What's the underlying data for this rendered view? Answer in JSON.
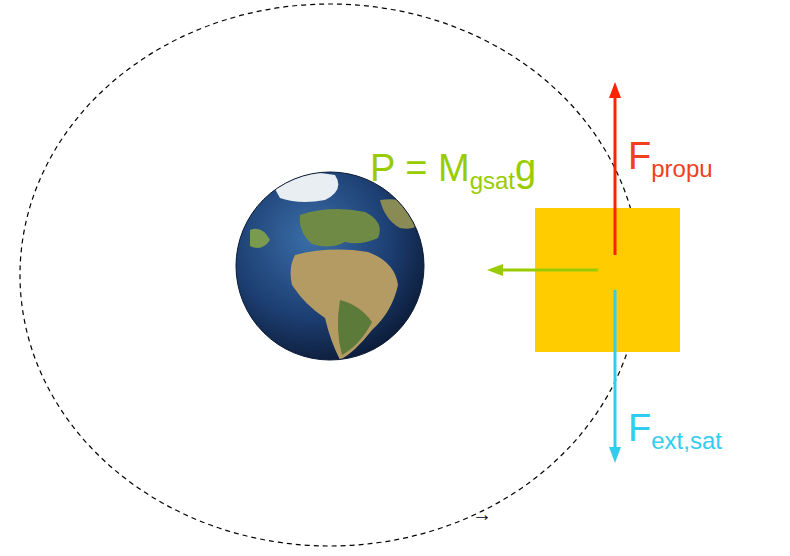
{
  "diagram": {
    "labels": [
      "P = M",
      "gsat",
      "g",
      "F",
      "propu",
      "F",
      "ext,sat",
      "→"
    ]
  }
}
